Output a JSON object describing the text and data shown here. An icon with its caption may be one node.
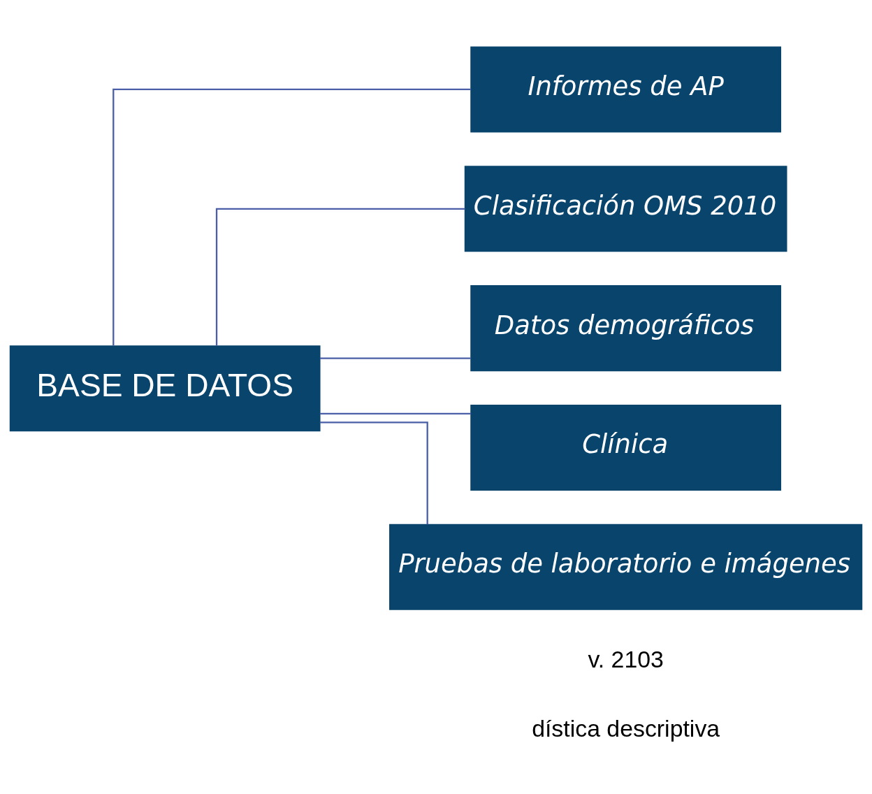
{
  "diagram": {
    "nodes": [
      {
        "text": [
          "BASE DE DATOS"
        ]
      },
      {
        "text": [
          "Informes de AP"
        ]
      },
      {
        "text": [
          "Clasificación OMS 2010"
        ]
      },
      {
        "text": [
          "Datos demográficos"
        ]
      },
      {
        "text": [
          "Clínica"
        ]
      },
      {
        "text": [
          "Pruebas de laboratorio e imágenes"
        ]
      }
    ],
    "edges": [
      {
        "from": 0,
        "to": 1,
        "arrow": "none"
      },
      {
        "from": 0,
        "to": 2,
        "arrow": "none"
      },
      {
        "from": 0,
        "to": 3,
        "arrow": "none"
      },
      {
        "from": 0,
        "to": 4,
        "arrow": "none"
      },
      {
        "from": 0,
        "to": 5,
        "arrow": "none"
      }
    ],
    "labels": [
      "v. 2103",
      "dística descriptiva"
    ]
  }
}
